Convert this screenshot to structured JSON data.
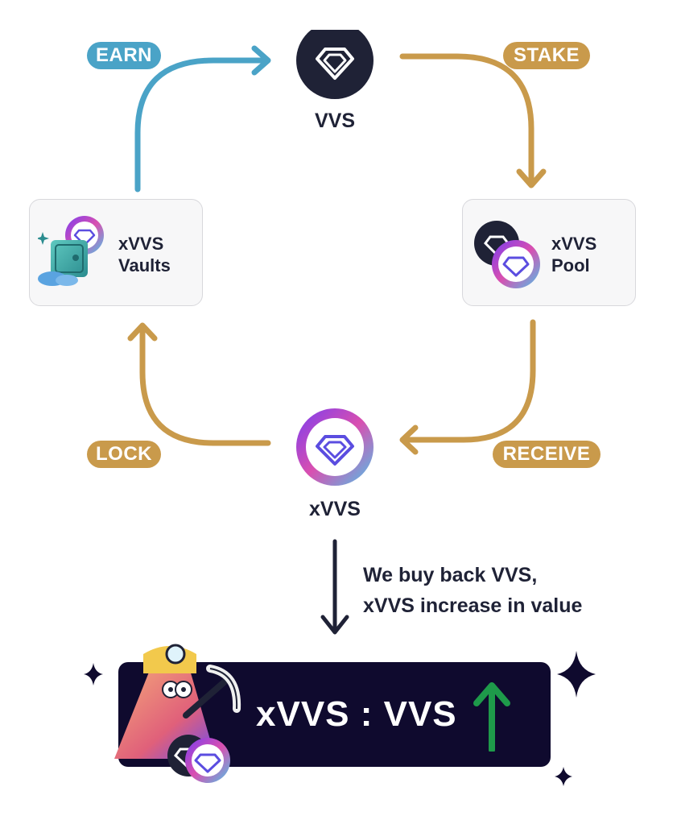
{
  "nodes": {
    "top": "VVS",
    "bottom": "xVVS",
    "right_card": [
      "xVVS",
      "Pool"
    ],
    "left_card": [
      "xVVS",
      "Vaults"
    ]
  },
  "actions": {
    "earn": "EARN",
    "stake": "STAKE",
    "receive": "RECEIVE",
    "lock": "LOCK"
  },
  "note": [
    "We buy back VVS,",
    "xVVS increase in value"
  ],
  "banner": {
    "ratio": "xVVS : VVS",
    "trend": "up-arrow-icon"
  },
  "colors": {
    "earn": "#4aa3c7",
    "gold": "#c99a4b",
    "dark_navy": "#1f2236",
    "banner_bg": "#0f0a2e",
    "trend_green": "#1e9a4a"
  }
}
